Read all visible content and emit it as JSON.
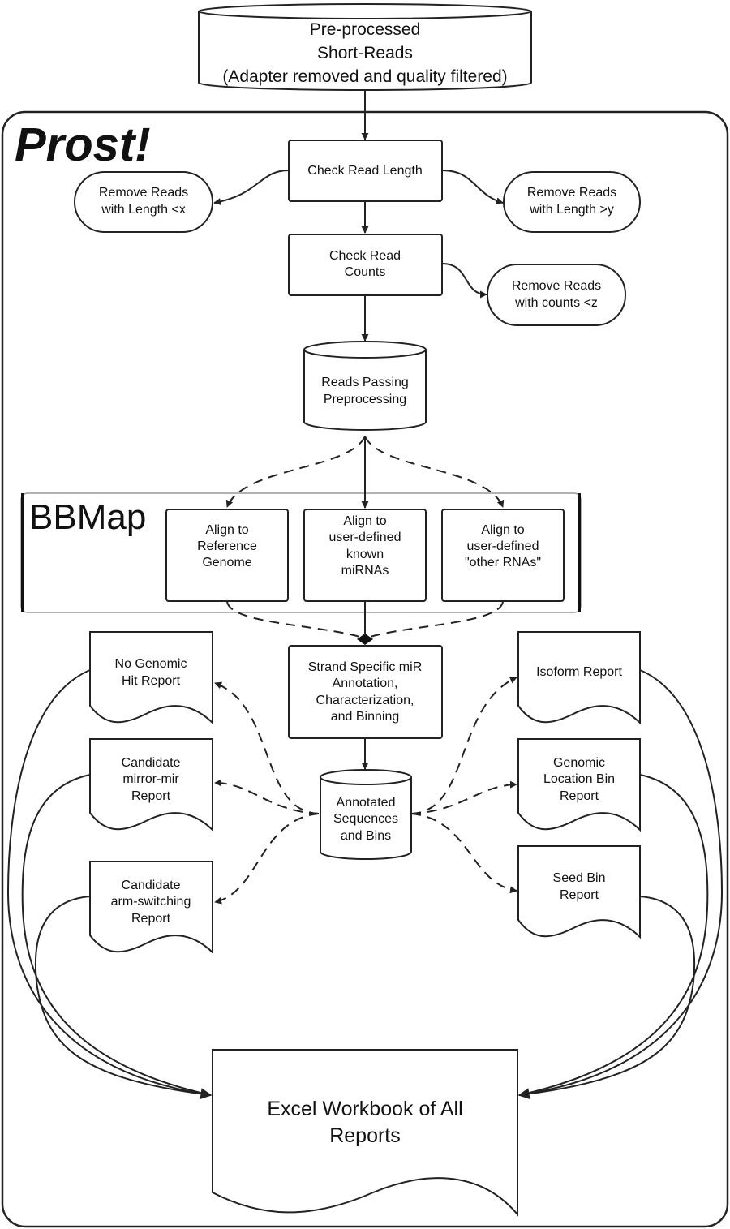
{
  "title": "Prost!",
  "group_label": "BBMap",
  "nodes": {
    "input": [
      "Pre-processed",
      "Short-Reads",
      "(Adapter removed and quality filtered)"
    ],
    "check_length": [
      "Check Read Length"
    ],
    "remove_short": [
      "Remove Reads",
      "with Length <x"
    ],
    "remove_long": [
      "Remove Reads",
      "with Length >y"
    ],
    "check_counts": [
      "Check Read",
      "Counts"
    ],
    "remove_counts": [
      "Remove Reads",
      "with counts <z"
    ],
    "passing": [
      "Reads Passing",
      "Preprocessing"
    ],
    "align_genome": [
      "Align to",
      "Reference",
      "Genome"
    ],
    "align_mirna": [
      "Align to",
      "user-defined",
      "known",
      "miRNAs"
    ],
    "align_other": [
      "Align to",
      "user-defined",
      "\"other RNAs\""
    ],
    "annotation": [
      "Strand Specific miR",
      "Annotation,",
      "Characterization,",
      "and Binning"
    ],
    "annotated": [
      "Annotated",
      "Sequences",
      "and Bins"
    ],
    "no_hit": [
      "No Genomic",
      "Hit Report"
    ],
    "mirror": [
      "Candidate",
      "mirror-mir",
      "Report"
    ],
    "arm": [
      "Candidate",
      "arm-switching",
      "Report"
    ],
    "isoform": [
      "Isoform Report"
    ],
    "location": [
      "Genomic",
      "Location Bin",
      "Report"
    ],
    "seed": [
      "Seed Bin",
      "Report"
    ],
    "workbook": [
      "Excel Workbook of All",
      "Reports"
    ]
  }
}
